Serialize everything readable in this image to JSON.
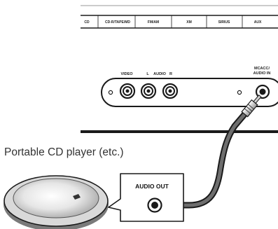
{
  "selector_labels": [
    "CD",
    "CD-R/TAPE/MD",
    "FM/AM",
    "XM",
    "SIRIUS",
    "AUX"
  ],
  "jacks": {
    "video_label": "VIDEO",
    "left_label": "L",
    "audio_label": "AUDIO",
    "right_label": "R",
    "mcacc_line1": "MCACC/",
    "mcacc_line2": "AUDIO IN"
  },
  "device": {
    "caption": "Portable CD player (etc.)",
    "audio_out_label": "AUDIO OUT"
  },
  "colors": {
    "line": "#1a1a1a",
    "jack_ring": "#2a2a2a",
    "disc_shade": "#bfbfbf",
    "cable": "#3a3a3a"
  }
}
